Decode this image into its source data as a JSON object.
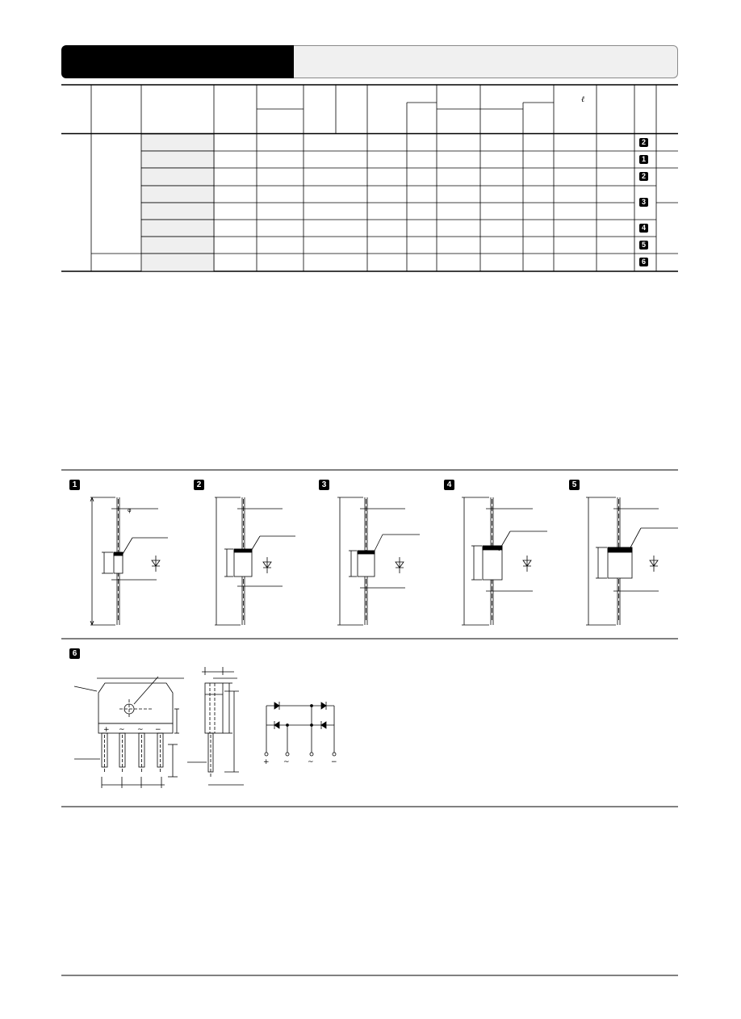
{
  "header": {
    "title": "",
    "subtitle": ""
  },
  "table": {
    "header_symbol": "ℓ",
    "row_badges": [
      "2",
      "1",
      "2",
      "3",
      "4",
      "5",
      "6"
    ]
  },
  "figures": {
    "outline_labels": [
      "1",
      "2",
      "3",
      "4",
      "5"
    ],
    "bridge_label": "6",
    "dim_symbol": "φ"
  },
  "circuit": {
    "terminals": [
      "+",
      "~",
      "~",
      "−"
    ],
    "bridge_pins": [
      "+",
      "~",
      "~",
      "−"
    ]
  }
}
